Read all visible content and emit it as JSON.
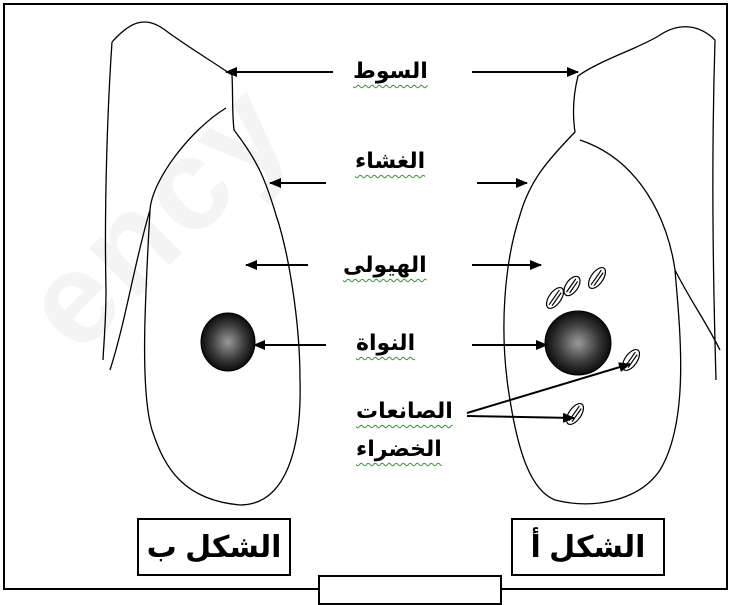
{
  "watermark_text": "ency",
  "labels": {
    "flagellum": "السوط",
    "membrane": "الغشاء",
    "cytoplasm": "الهيولى",
    "nucleus": "النواة",
    "chloroplasts_line1": "الصانعات",
    "chloroplasts_line2": "الخضراء"
  },
  "boxes": {
    "figure_b": "الشكل ب",
    "figure_a": "الشكل أ"
  },
  "colors": {
    "stroke": "#000000",
    "underline": "#3a8f3a"
  }
}
